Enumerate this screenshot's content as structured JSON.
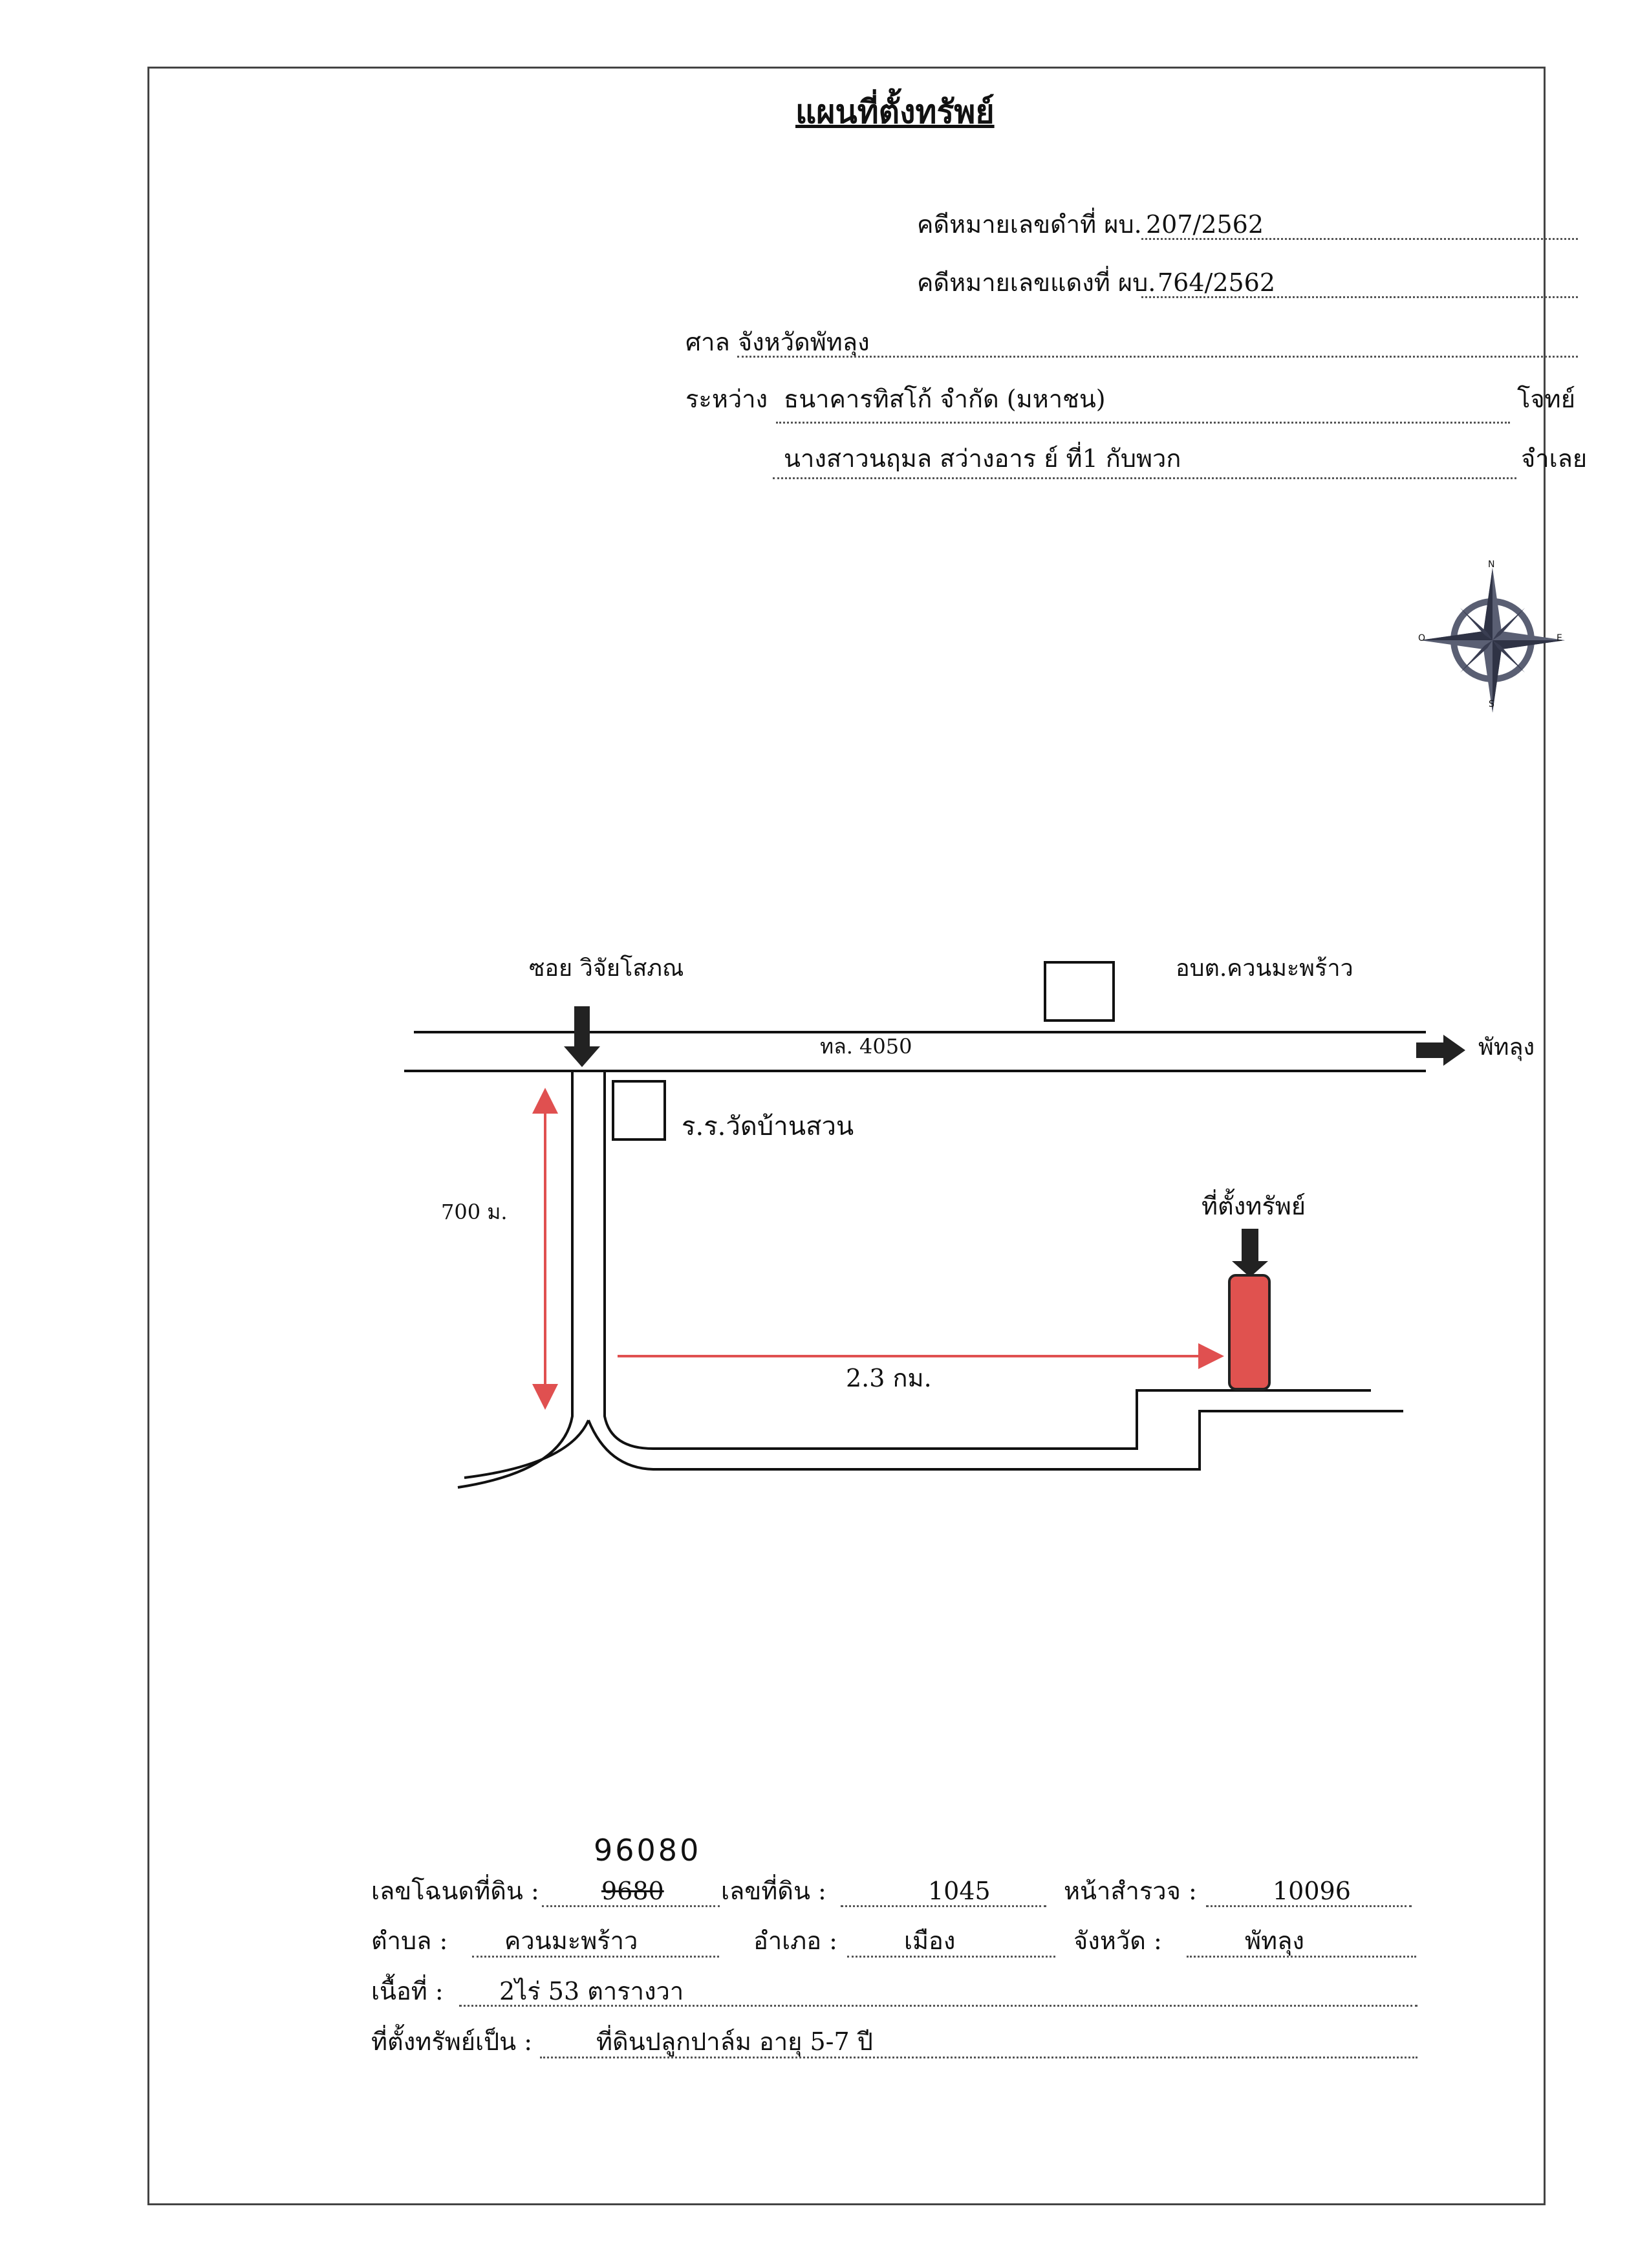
{
  "title": "แผนที่ตั้งทรัพย์",
  "header": {
    "case_black_label": "คดีหมายเลขดำที่ ผบ.",
    "case_black_value": "207/2562",
    "case_red_label": "คดีหมายเลขแดงที่ ผบ.",
    "case_red_value": "764/2562",
    "court": "ศาล จังหวัดพัทลุง",
    "between_label": "ระหว่าง",
    "plaintiff_name": "ธนาคารทิสโก้ จำกัด (มหาชน)",
    "plaintiff_role": "โจทย์",
    "defendant_name": "นางสาวนฤมล สว่างอาร ย์ ที่1 กับพวก",
    "defendant_role": "จำเลย"
  },
  "compass": {
    "n": "N",
    "e": "E",
    "s": "S",
    "w": "O"
  },
  "map": {
    "soi_label": "ซอย วิจัยโสภณ",
    "office_label": "อบต.ควนมะพร้าว",
    "highway_label": "ทล. 4050",
    "destination_label": "พัทลุง",
    "school_label": "ร.ร.วัดบ้านสวน",
    "dist_vertical": "700 ม.",
    "dist_horizontal": "2.3 กม.",
    "property_label": "ที่ตั้งทรัพย์",
    "property_color": "#e0524f",
    "arrow_red": "#e05050"
  },
  "details": {
    "deed_label": "เลขโฉนดที่ดิน :",
    "deed_old": "9680",
    "deed_handwritten": "96080",
    "land_no_label": "เลขที่ดิน :",
    "land_no": "1045",
    "survey_label": "หน้าสำรวจ :",
    "survey": "10096",
    "tambon_label": "ตำบล :",
    "tambon": "ควนมะพร้าว",
    "amphoe_label": "อำเภอ :",
    "amphoe": "เมือง",
    "province_label": "จังหวัด :",
    "province": "พัทลุง",
    "area_label": "เนื้อที่ :",
    "area": "2ไร่ 53 ตารางวา",
    "type_label": "ที่ตั้งทรัพย์เป็น :",
    "type": "ที่ดินปลูกปาล์ม อายุ 5-7 ปี"
  }
}
